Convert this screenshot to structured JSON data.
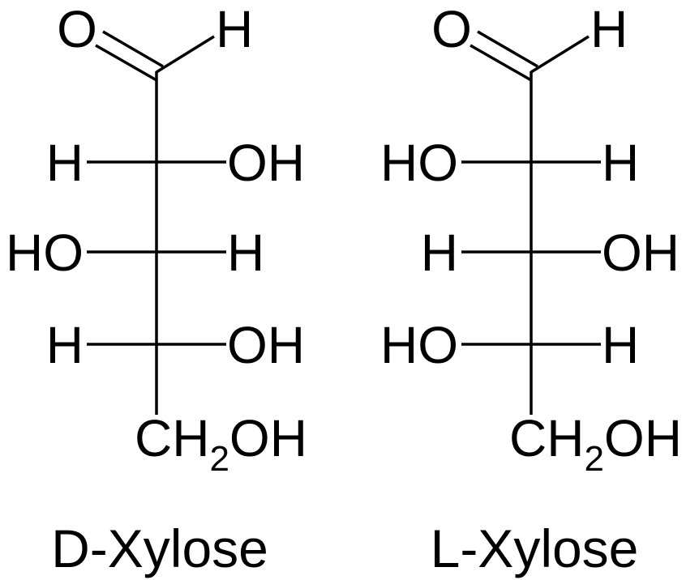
{
  "molecules": [
    {
      "name": "D-Xylose",
      "top": {
        "oxygen": "O",
        "hydrogen": "H"
      },
      "rows": [
        {
          "left": "H",
          "right": "OH"
        },
        {
          "left": "HO",
          "right": "H"
        },
        {
          "left": "H",
          "right": "OH"
        }
      ],
      "bottom": {
        "ch": "CH",
        "sub": "2",
        "oh": "OH"
      }
    },
    {
      "name": "L-Xylose",
      "top": {
        "oxygen": "O",
        "hydrogen": "H"
      },
      "rows": [
        {
          "left": "HO",
          "right": "H"
        },
        {
          "left": "H",
          "right": "OH"
        },
        {
          "left": "HO",
          "right": "H"
        }
      ],
      "bottom": {
        "ch": "CH",
        "sub": "2",
        "oh": "OH"
      }
    }
  ]
}
